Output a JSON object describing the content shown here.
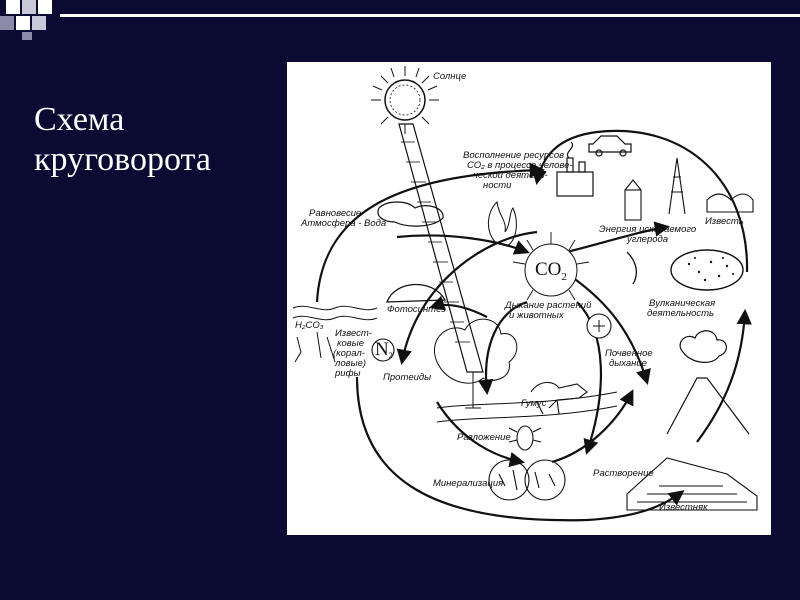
{
  "slide": {
    "title_line1": "Схема",
    "title_line2": "круговорота"
  },
  "diagram": {
    "sun": "Солнце",
    "resources": [
      "Восполнение ресурсов",
      "СО₂ в процессе челове-",
      "ческой деятель-",
      "ности"
    ],
    "balance": [
      "Равновесие",
      "Атмосфера - Вода"
    ],
    "co2": "CO",
    "co2_sub": "2",
    "fossil": [
      "Энергия ископаемого",
      "углерода"
    ],
    "lime_top": "Известь",
    "photosynthesis": "Фотосинтез",
    "respiration": [
      "Дыхание растений",
      "и животных"
    ],
    "volcanic": [
      "Вулканическая",
      "деятельность"
    ],
    "h2co3": "H₂CO₃",
    "calcareous": [
      "Извест-",
      "ковые",
      "(корал-",
      "ловые)",
      "рифы"
    ],
    "n2": "N",
    "n2_sub": "2",
    "proteins": "Протеиды",
    "soil": [
      "Почвенное",
      "дыхание"
    ],
    "humus": "Гумус",
    "decomposition": "Разложение",
    "mineralization": "Минерализация",
    "dissolution": "Растворение",
    "limestone": "Известняк"
  }
}
